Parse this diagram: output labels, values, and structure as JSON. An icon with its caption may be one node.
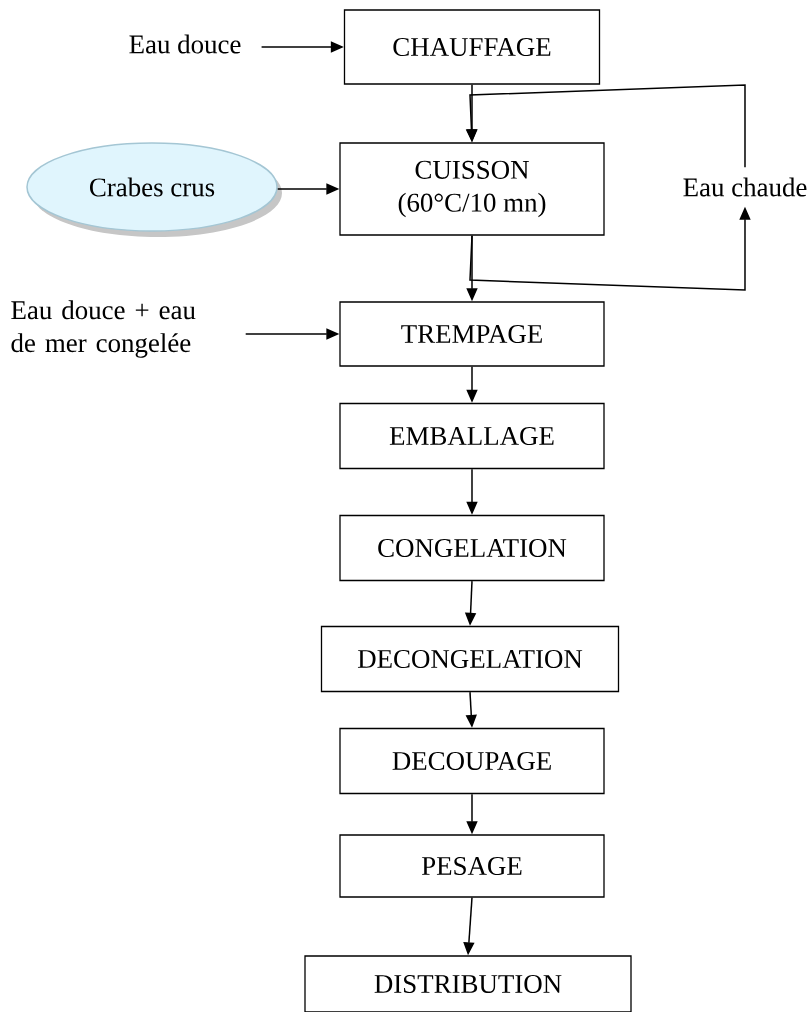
{
  "diagram": {
    "nodes": [
      {
        "text": [
          "Eau douce"
        ]
      },
      {
        "text": [
          "CHAUFFAGE"
        ]
      },
      {
        "text": [
          "Crabes crus"
        ]
      },
      {
        "text": [
          "CUISSON",
          "(60°C/10 mn)"
        ]
      },
      {
        "text": [
          "Eau chaude"
        ]
      },
      {
        "text": [
          "Eau douce + eau de mer congelée"
        ]
      },
      {
        "text": [
          "TREMPAGE"
        ]
      },
      {
        "text": [
          "EMBALLAGE"
        ]
      },
      {
        "text": [
          "CONGELATION"
        ]
      },
      {
        "text": [
          "DECONGELATION"
        ]
      },
      {
        "text": [
          "DECOUPAGE"
        ]
      },
      {
        "text": [
          "PESAGE"
        ]
      },
      {
        "text": [
          "DISTRIBUTION"
        ]
      }
    ],
    "edges": [
      {
        "from": 0,
        "to": 1,
        "arrow": "to"
      },
      {
        "from": 1,
        "to": 3,
        "arrow": "to"
      },
      {
        "from": 4,
        "to": 3,
        "arrow": "to"
      },
      {
        "from": 2,
        "to": 3,
        "arrow": "to"
      },
      {
        "from": 3,
        "to": 4,
        "arrow": "to"
      },
      {
        "from": 3,
        "to": 6,
        "arrow": "to"
      },
      {
        "from": 5,
        "to": 6,
        "arrow": "to"
      },
      {
        "from": 6,
        "to": 7,
        "arrow": "to"
      },
      {
        "from": 7,
        "to": 8,
        "arrow": "to"
      },
      {
        "from": 8,
        "to": 9,
        "arrow": "to"
      },
      {
        "from": 9,
        "to": 10,
        "arrow": "to"
      },
      {
        "from": 10,
        "to": 11,
        "arrow": "to"
      },
      {
        "from": 11,
        "to": 12,
        "arrow": "to"
      }
    ]
  }
}
